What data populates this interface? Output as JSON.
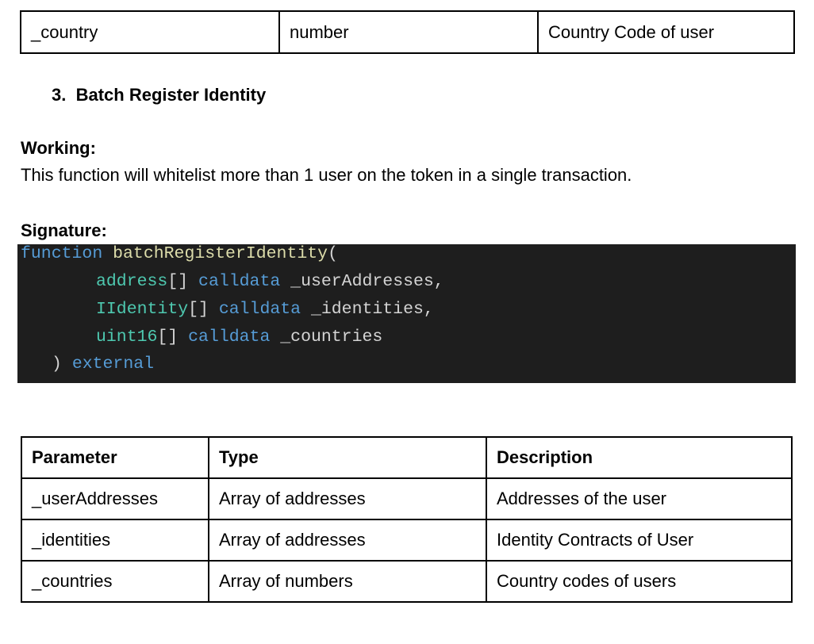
{
  "top_table": {
    "row": [
      "_country",
      "number",
      "Country Code of user"
    ]
  },
  "section": {
    "number": "3.",
    "title": "Batch Register Identity"
  },
  "working": {
    "label": "Working:",
    "text": "This function will whitelist more than 1 user on the token in a single transaction."
  },
  "signature": {
    "label": "Signature:",
    "code": {
      "l1_kw": "function",
      "l1_fn": "batchRegisterIdentity",
      "l1_p": "(",
      "l2_ty": "address",
      "l2_br": "[]",
      "l2_kw": "calldata",
      "l2_id": "_userAddresses,",
      "l3_ty": "IIdentity",
      "l3_br": "[]",
      "l3_kw": "calldata",
      "l3_id": "_identities,",
      "l4_ty": "uint16",
      "l4_br": "[]",
      "l4_kw": "calldata",
      "l4_id": "_countries",
      "l5_p": ")",
      "l5_kw": "external"
    }
  },
  "params_table": {
    "headers": [
      "Parameter",
      "Type",
      "Description"
    ],
    "rows": [
      [
        "_userAddresses",
        "Array of addresses",
        "Addresses of the user"
      ],
      [
        "_identities",
        "Array of addresses",
        "Identity Contracts of User"
      ],
      [
        "_countries",
        "Array of numbers",
        "Country codes of users"
      ]
    ]
  },
  "colors": {
    "code_bg": "#1e1e1e",
    "keyword": "#569cd6",
    "function": "#dcdcaa",
    "type": "#4ec9b0",
    "text": "#d4d4d4"
  }
}
